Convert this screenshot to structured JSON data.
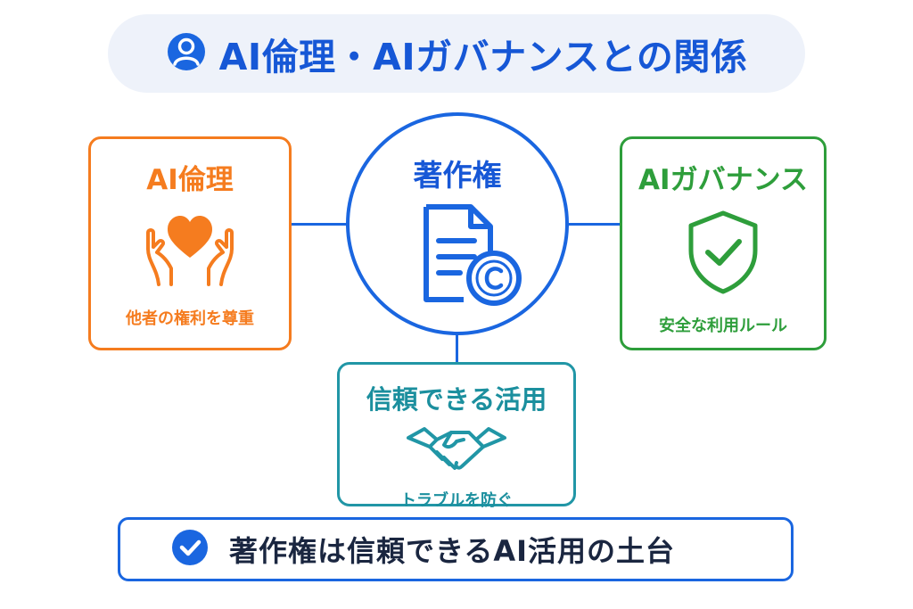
{
  "title": "AI倫理・AIガバナンスとの関係",
  "center": {
    "label": "著作権"
  },
  "ethics": {
    "title": "AI倫理",
    "subtitle": "他者の権利を尊重"
  },
  "governance": {
    "title": "AIガバナンス",
    "subtitle": "安全な利用ルール"
  },
  "trust": {
    "title": "信頼できる活用",
    "subtitle": "トラブルを防ぐ"
  },
  "banner": {
    "text": "著作権は信頼できるAI活用の土台"
  },
  "colors": {
    "blue": "#1a66e0",
    "orange": "#f57c1f",
    "green": "#2e9e3b",
    "teal": "#2196a6",
    "pill_bg": "#eef2fa"
  },
  "icons": [
    "user-icon",
    "document-copyright-icon",
    "heart-hands-icon",
    "shield-check-icon",
    "handshake-icon",
    "check-circle-icon"
  ]
}
